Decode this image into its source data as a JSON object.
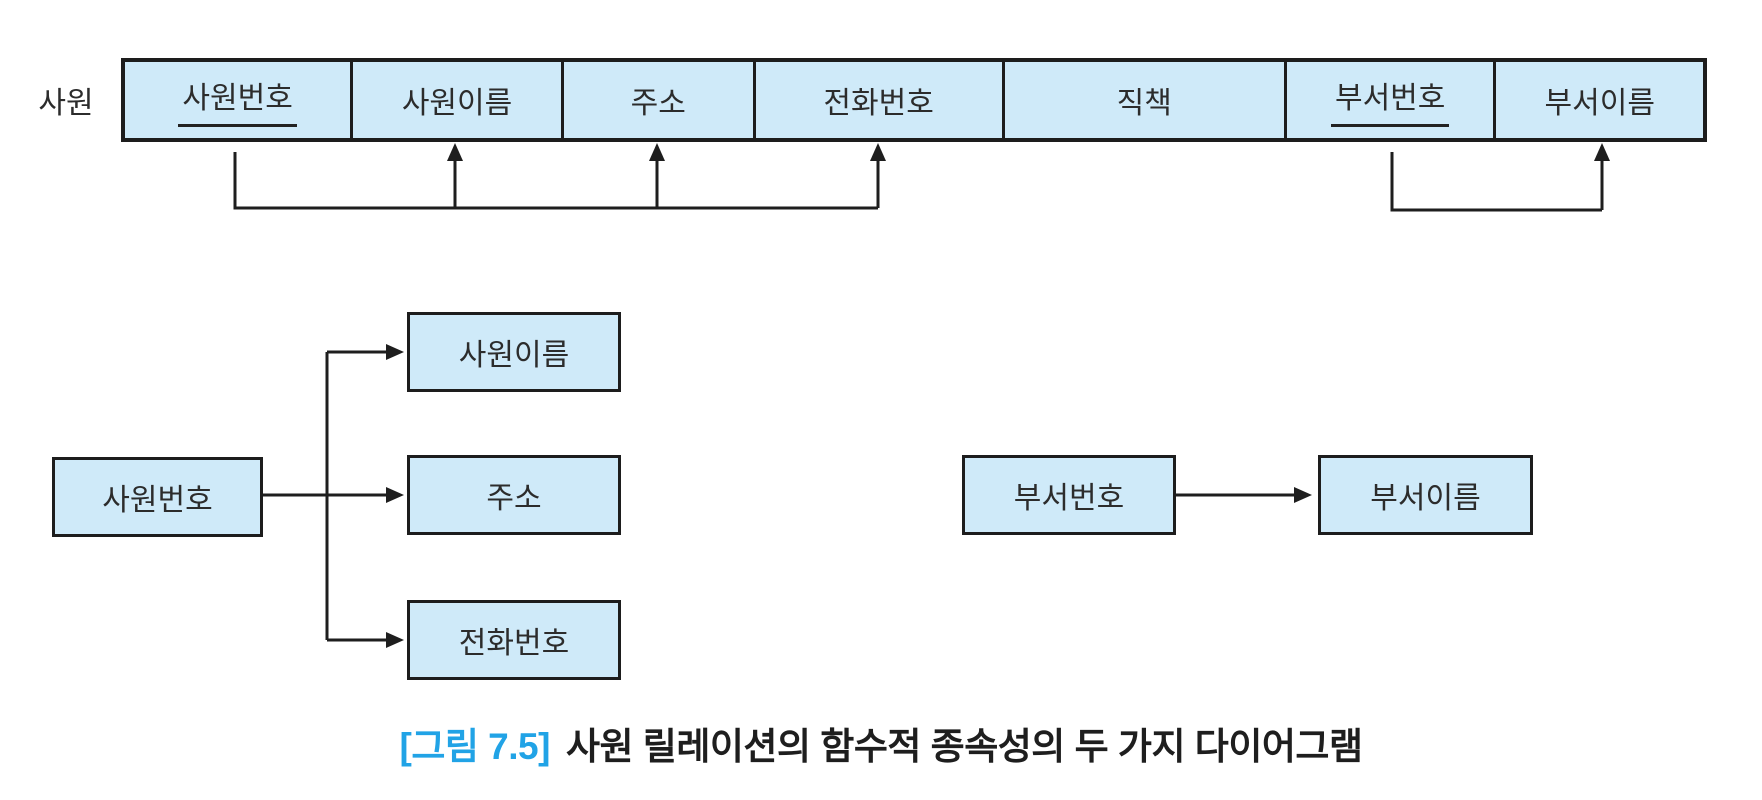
{
  "relation": {
    "name": "사원",
    "attributes": [
      {
        "label": "사원번호",
        "key": true
      },
      {
        "label": "사원이름",
        "key": false
      },
      {
        "label": "주소",
        "key": false
      },
      {
        "label": "전화번호",
        "key": false
      },
      {
        "label": "직책",
        "key": false
      },
      {
        "label": "부서번호",
        "key": true
      },
      {
        "label": "부서이름",
        "key": false
      }
    ]
  },
  "fd_graph": {
    "left": {
      "source": "사원번호",
      "targets": [
        "사원이름",
        "주소",
        "전화번호"
      ]
    },
    "right": {
      "source": "부서번호",
      "targets": [
        "부서이름"
      ]
    }
  },
  "caption": {
    "tag": "[그림 7.5]",
    "text": "사원 릴레이션의 함수적 종속성의 두 가지 다이어그램"
  },
  "colors": {
    "cell_fill": "#cfeaf9",
    "border": "#1d1d1d",
    "line": "#1e1e1e",
    "caption_accent": "#21a3e6",
    "text": "#2c2c2c"
  }
}
